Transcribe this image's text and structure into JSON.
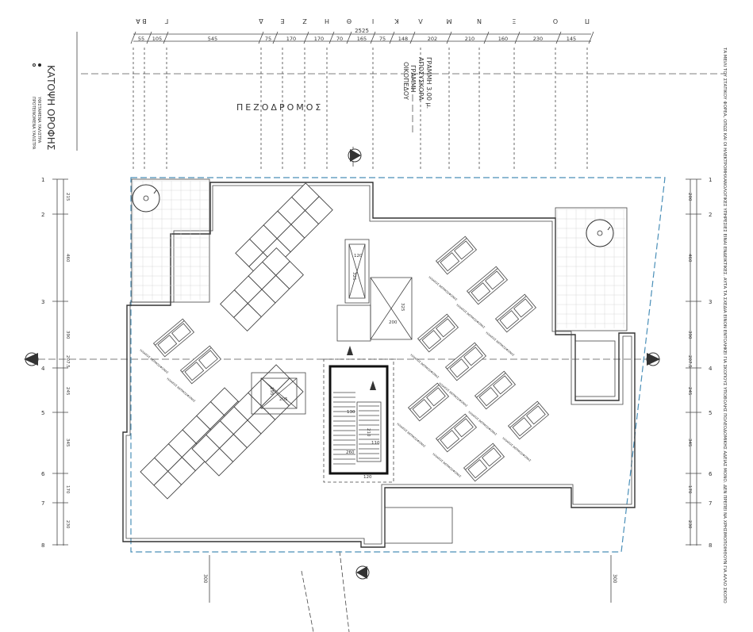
{
  "letters": [
    "Β",
    "Α",
    "Γ",
    "Δ",
    "Ε",
    "Ζ",
    "Η",
    "Θ",
    "Ι",
    "Κ",
    "Λ",
    "Μ",
    "Ν",
    "Ξ",
    "Ο",
    "Π"
  ],
  "top_dims": {
    "total": "2525",
    "parts": [
      "55",
      "105",
      "545",
      "75",
      "170",
      "170",
      "70",
      "165",
      "75",
      "148",
      "202",
      "210",
      "160",
      "230",
      "145"
    ]
  },
  "right_note": "ΤΑ ΜΕΙΛΙ ΤΟΥ ΣΤΑΤΙΚΟΥ ΦΟΡΕΑ, ΟΠΩΣ ΚΑΙ ΟΙ ΗΛΕΚΤΡΟΜΗΧΑΝΟΛΟΓΙΚΕΣ ΥΠΗΡΕΣΙΕΣ ΕΙΝΑΙ ΕΝΔΕΙΚΤΙΚΕΣ. ΑΥΤΑ ΤΑ ΣΧΕΔΙΑ ΕΙΝΟΝ ΕΝΤΟΛΗΚΕΙ ΓΙΑ ΣΚΟΠΟΥΣ ΥΠΟΒΟΛΗΣ ΠΟΛΕΟΔΟΜΙΚΗΣ ΑΔΕΙΑΣ ΜΟΝΟ. ΔΕΝ ΠΡΕΠΕΙ ΝΑ ΧΡΗΣΙΜΟΠΟΙΗΘΟΥΝ ΓΙΑ ΑΛΛΟ ΣΚΟΠΟ",
  "title": {
    "main": "ΚΑΤΟΨΗ ΟΡΟΦΗΣ",
    "legend": [
      "ΥΦΙΣΤΑΜΕΝΑ ΥΑΛΙΣΤΡΑ",
      "ΠΡΟΤΕΙΝΟΜΕΝΑ ΥΑΛΙΣΤΡΑ"
    ]
  },
  "street_label": "ΠΕΖΟΔΡΟΜΟΣ",
  "setback_notes": [
    "ΓΡΑΜΜΗ 3.00 μ.",
    "ΑΠΟΣΥΣΚΟΡΑ",
    "ΓΡΑΜΜΗ",
    "ΟΙΚΟΠΕΔΟΥ"
  ],
  "row_numbers": [
    "1",
    "2",
    "3",
    "4",
    "5",
    "6",
    "7",
    "8"
  ],
  "left_dims": [
    "215",
    "460",
    "390",
    "207.5",
    "245",
    "345",
    "170",
    "230"
  ],
  "right_dims": [
    "200",
    "460",
    "390",
    "207.5",
    "245",
    "345",
    "170",
    "230"
  ],
  "section_marks": [
    "Α",
    "Α",
    "Β",
    "Β"
  ],
  "plan_dims": [
    "120",
    "325",
    "325",
    "200",
    "205",
    "195",
    "130",
    "210",
    "260",
    "110",
    "120"
  ],
  "bottom_dims": [
    "300",
    "300"
  ],
  "small_labels": [
    "ΗΛΙΑΚΟΣ ΘΕΡΜΟΣΙΦΩΝΑΣ",
    "ΗΛΙΑΚΟΣ ΘΕΡΜΟΣΙΦΩΝΑΣ",
    "ΗΛΙΑΚΟΣ ΘΕΡΜΟΣΙΦΩΝΑΣ",
    "ΗΛΙΑΚΟΣ ΘΕΡΜΟΣΙΦΩΝΑΣ",
    "ΗΛΙΑΚΟΣ ΘΕΡΜΟΣΙΦΩΝΑΣ",
    "ΗΛΙΑΚΟΣ ΘΕΡΜΟΣΙΦΩΝΑΣ",
    "ΗΛΙΑΚΟΣ ΘΕΡΜΟΣΙΦΩΝΑΣ",
    "ΗΛΙΑΚΟΣ ΘΕΡΜΟΣΙΦΩΝΑΣ",
    "ΗΛΙΑΚΟΣ ΘΕΡΜΟΣΙΦΩΝΑΣ",
    "ΗΛΙΑΚΟΣ ΘΕΡΜΟΣΙΦΩΝΑΣ",
    "ΗΛΙΑΚΟΣ ΘΕΡΜΟΣΙΦΩΝΑΣ"
  ]
}
